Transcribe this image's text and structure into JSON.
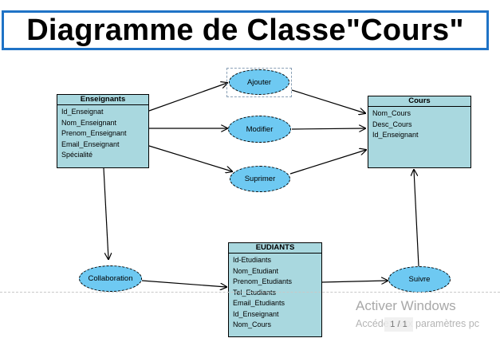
{
  "title": "Diagramme de Classe\"Cours\"",
  "classes": {
    "enseignants": {
      "name": "Enseignants",
      "attributes": [
        "Id_Enseignat",
        "Nom_Enseignant",
        "Prenom_Enseignant",
        "Email_Enseignant",
        "Spécialité"
      ]
    },
    "cours": {
      "name": "Cours",
      "attributes": [
        "Nom_Cours",
        "Desc_Cours",
        "Id_Enseignant"
      ]
    },
    "etudiants": {
      "name": "EUDIANTS",
      "attributes": [
        "Id-Etudiants",
        "Nom_Etudiant",
        "Prenom_Etudiants",
        "Tel_Etudiants",
        "Email_Etudiants",
        "Id_Enseignant",
        "Nom_Cours"
      ]
    }
  },
  "use_cases": {
    "ajouter": "Ajouter",
    "modifier": "Modifier",
    "suprimer": "Suprimer",
    "collaboration": "Collaboration",
    "suivre": "Suivre"
  },
  "overlay": {
    "watermark_title": "Activer Windows",
    "watermark_subtitle": "Accédez aux paramètres pc",
    "page_indicator": "1 / 1"
  },
  "colors": {
    "title_border": "#1f73c6",
    "class_fill": "#a9d8df",
    "use_case_fill": "#6ec9f2"
  }
}
